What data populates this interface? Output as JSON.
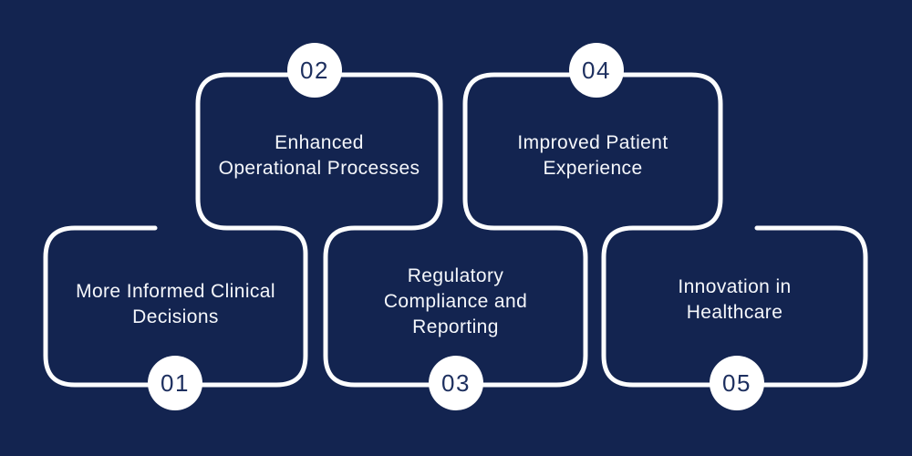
{
  "palette": {
    "background": "#132450",
    "line": "#fcfdfe",
    "circle_fill": "#ffffff",
    "number_color": "#1d2f5f",
    "label_color": "#f5f7fb"
  },
  "steps": [
    {
      "number": "01",
      "lines": [
        "More Informed Clinical",
        "Decisions"
      ]
    },
    {
      "number": "02",
      "lines": [
        "Enhanced",
        "Operational Processes"
      ]
    },
    {
      "number": "03",
      "lines": [
        "Regulatory",
        "Compliance and",
        "Reporting"
      ]
    },
    {
      "number": "04",
      "lines": [
        "Improved Patient",
        "Experience"
      ]
    },
    {
      "number": "05",
      "lines": [
        "Innovation in",
        "Healthcare"
      ]
    }
  ]
}
